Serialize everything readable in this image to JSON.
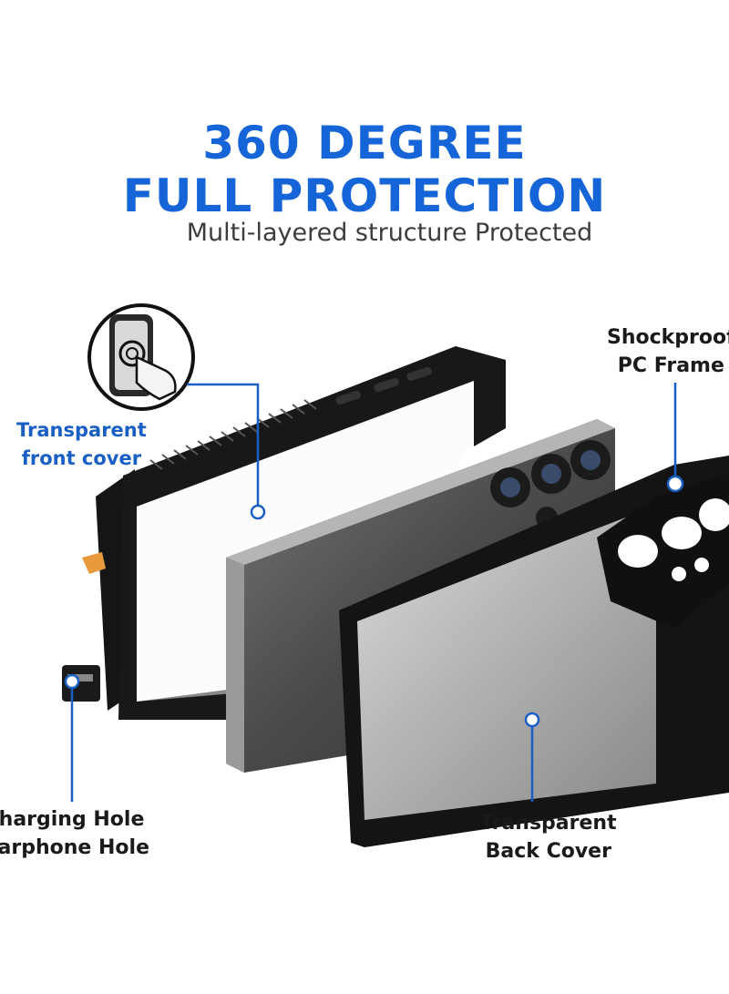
{
  "heading": {
    "line1": "360 DEGREE",
    "line2": "FULL PROTECTION",
    "subtitle": "Multi-layered structure Protected"
  },
  "callouts": {
    "front_cover": {
      "line1": "Transparent",
      "line2": "front cover"
    },
    "pc_frame": {
      "line1": "Shockproof",
      "line2": "PC Frame"
    },
    "charging": {
      "line1": "Charging Hole",
      "line2": "Earphone Hole"
    },
    "back_cover": {
      "line1": "Transparent",
      "line2": "Back Cover"
    }
  },
  "colors": {
    "accent_blue": "#1565d8",
    "frame_black": "#141414",
    "phone_gray": "#5a5a5a",
    "orange_latch": "#e89a3c"
  },
  "icons": [
    "touch-hand-icon",
    "callout-dot-icon"
  ]
}
